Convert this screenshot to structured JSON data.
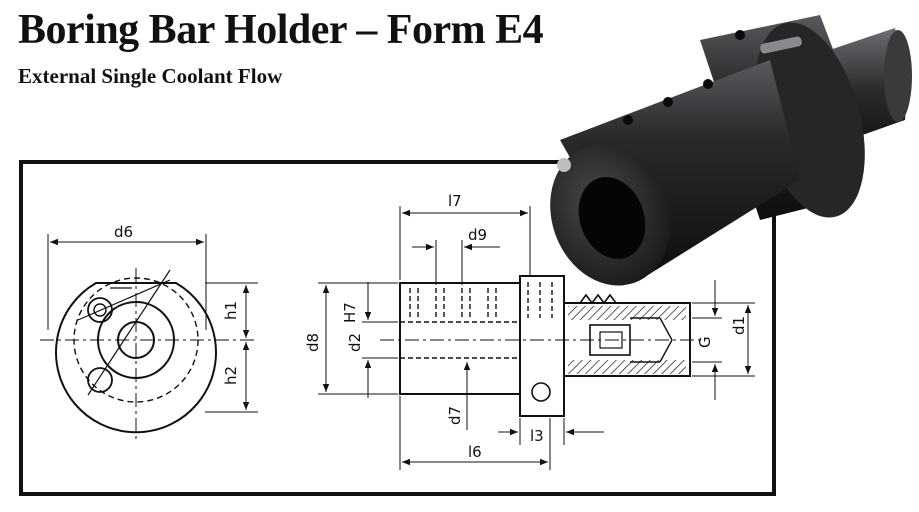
{
  "header": {
    "title": "Boring Bar Holder – Form E4",
    "subtitle": "External Single Coolant Flow"
  },
  "drawing": {
    "labels": {
      "d6": "d6",
      "h1": "h1",
      "h2": "h2",
      "l7": "l7",
      "d9": "d9",
      "H7": "H7",
      "d8": "d8",
      "d2": "d2",
      "d7": "d7",
      "l3": "l3",
      "l6": "l6",
      "G": "G",
      "d1": "d1"
    }
  },
  "colors": {
    "ink": "#111111",
    "steel_dark": "#1c1c1e",
    "steel_light": "#6a6a6e"
  }
}
